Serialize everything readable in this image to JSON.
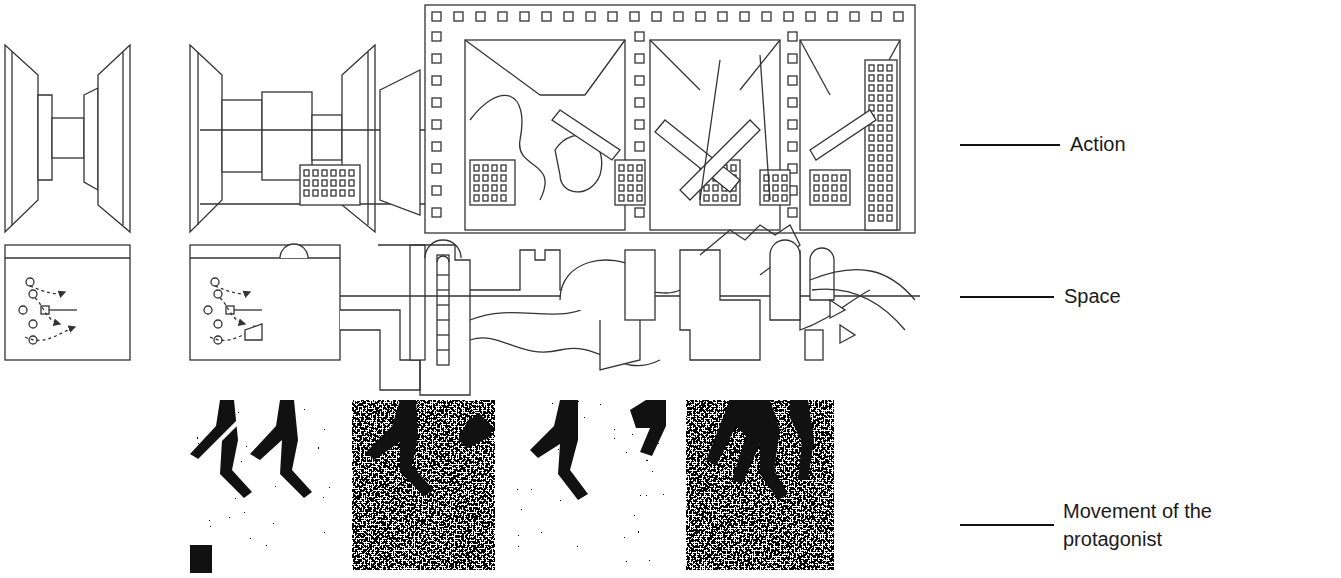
{
  "diagram": {
    "labels": [
      "Action",
      "Space",
      "Movement of the protagonist"
    ]
  }
}
